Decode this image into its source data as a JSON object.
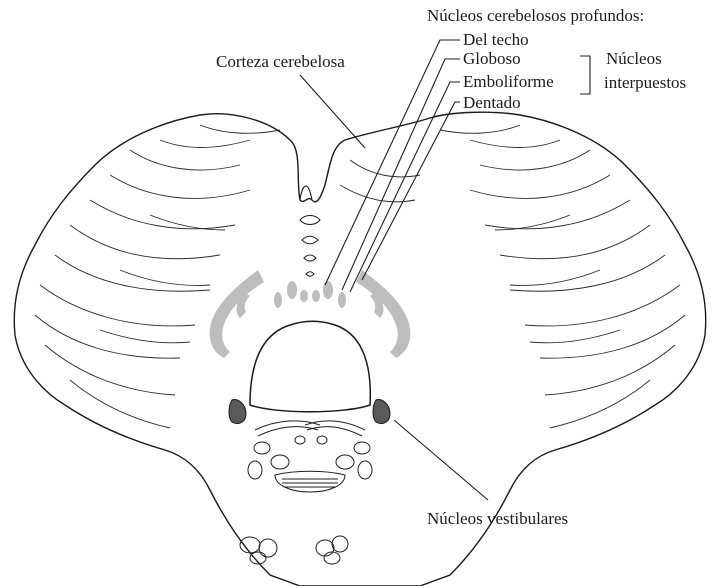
{
  "labels": {
    "corteza": "Corteza cerebelosa",
    "nucleos_profundos": "Núcleos cerebelosos profundos:",
    "del_techo": "Del techo",
    "globoso": "Globoso",
    "emboliforme": "Emboliforme",
    "dentado": "Dentado",
    "nucleos_interpuestos_1": "Núcleos",
    "nucleos_interpuestos_2": "interpuestos",
    "vestibulares": "Núcleos vestibulares"
  },
  "colors": {
    "ink": "#1e1e1e",
    "deep_nuclei_fill": "#bdbdbd",
    "vestibular_fill": "#5a5a5a"
  }
}
